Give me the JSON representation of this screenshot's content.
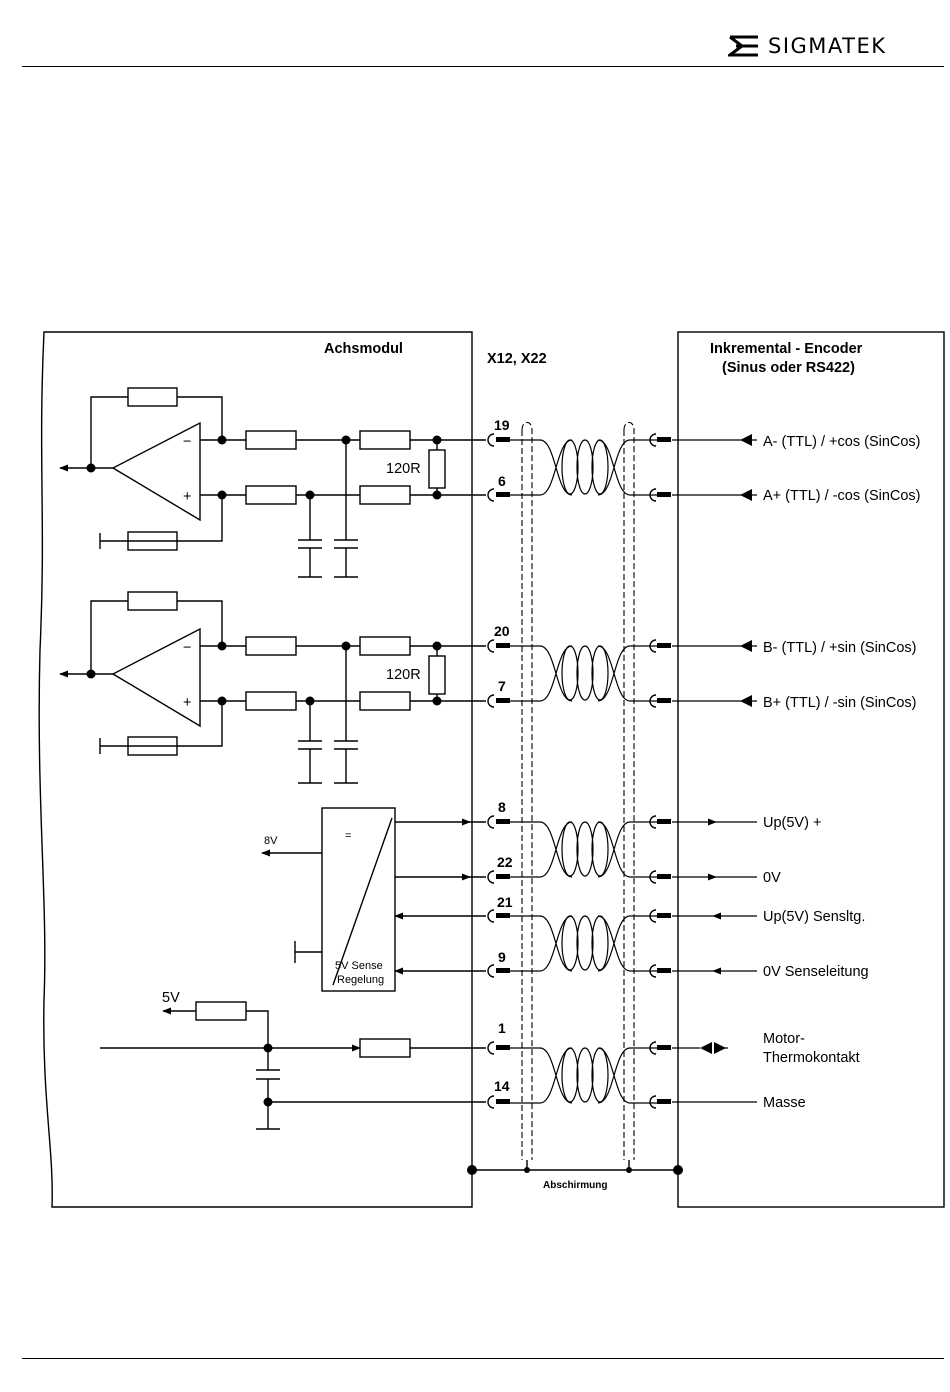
{
  "header": {
    "logo_text": "SIGMATEK"
  },
  "diagram": {
    "left_block_title": "Achsmodul",
    "connector_label": "X12, X22",
    "right_block_title_line1": "Inkremental - Encoder",
    "right_block_title_line2": "(Sinus oder RS422)",
    "resistor_120r_a": "120R",
    "resistor_120r_b": "120R",
    "voltage_8v": "8V",
    "voltage_5v": "5V",
    "regulator_eq": "=",
    "regulator_line1": "5V Sense",
    "regulator_line2": "Regelung",
    "shield_label": "Abschirmung",
    "opamp_minus": "−",
    "opamp_plus": "+",
    "pins": [
      "19",
      "6",
      "20",
      "7",
      "8",
      "22",
      "21",
      "9",
      "1",
      "14"
    ],
    "signals": [
      "A- (TTL) / +cos (SinCos)",
      "A+ (TTL) / -cos (SinCos)",
      "B- (TTL) / +sin (SinCos)",
      "B+ (TTL) / -sin (SinCos)",
      "Up(5V) +",
      "0V",
      "Up(5V) Sensltg.",
      "0V Senseleitung",
      "Motor-",
      "Thermokontakt",
      "Masse"
    ]
  }
}
